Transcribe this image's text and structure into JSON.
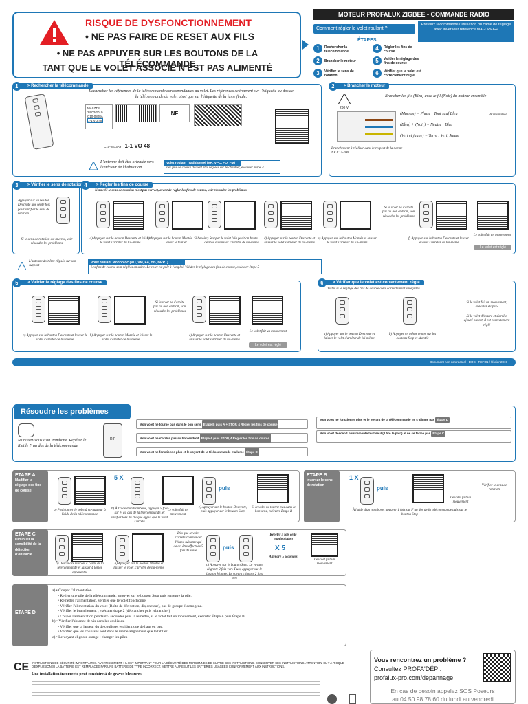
{
  "warning": {
    "line1": "RISQUE DE DYSFONCTIONNEMENT",
    "line2": "• NE PAS FAIRE DE RESET AUX FILS",
    "line3": "• NE PAS APPUYER SUR LES BOUTONS DE LA TÉLÉCOMMANDE",
    "line4": "TANT QUE LE VOLET ASSOCIÉ N'EST PAS ALIMENTÉ"
  },
  "header": {
    "title": "MOTEUR PROFALUX ZIGBEE - COMMANDE RADIO",
    "question": "Comment régler le volet roulant ?",
    "recommend": "Profalux recommande l'utilisation du câble de réglage avec Inverseur référence MAI-CREGP",
    "etapes_label": "ÉTAPES :",
    "steps": [
      "Rechercher la télécommande",
      "Brancher le moteur",
      "Vérifier le sens de rotation",
      "Régler les fins de course",
      "Valider le réglage des fins de course",
      "Vérifier que le volet est correctement réglé"
    ]
  },
  "s1": {
    "title": "> Rechercher la télécommande",
    "text": "Rechercher les références de la télécommande correspondantes au volet. Les références se trouvent sur l'étiquette au dos de la télécommande du volet ainsi que sur l'étiquette de la lame finale.",
    "ref_small": "1-1 VO 48",
    "ref_big": "1-1 VO 48",
    "ref_code": "C10-2873A9",
    "antenna": "L'antenne doit être orientée vers l'intérieur de l'habitation",
    "trad_title": "Volet roulant Traditionnel (VR, VPC, FO, FM)",
    "trad_text": "Les fins de course doivent être réglées sur le chantier, exécuter étape 4"
  },
  "s2": {
    "title": "> Brancher le moteur",
    "voltage": "230 V",
    "intro": "Brancher les fils (Bleu) avec le fil (Noir) du moteur ensemble",
    "phase": "(Marron) = Phase : Tout sauf Bleu",
    "neutre": "(Bleu) + (Noir) = Neutre : Bleu",
    "terre": "(Vert et jaune) = Terre : Vert, Jaune",
    "alim": "Alimentation",
    "note": "Branchement à réaliser dans le respect de la norme NF C15-100"
  },
  "s3": {
    "title": "> Vérifier le sens de rotation",
    "text": "Appuyer sur un bouton Descente une seule fois pour vérifier le sens de rotation",
    "inverse": "Si le sens de rotation est inversé, voir résoudre les problèmes",
    "antenna": "L'antenne doit être clipsée sur son support"
  },
  "s4": {
    "title": "> Régler les fins de course",
    "note": "Nota : Si le sens de rotation n'est pas correct, avant de régler les fins de course, voir résoudre les problèmes",
    "caps": [
      "a) Appuyez sur le bouton Descente et laisser le volet s'arrêter de lui-même",
      "b) Appuyer sur le bouton Montée. Si besoin aider le tablier",
      "c) Stopper le volet à la position haute désirée ou laisser s'arrêter de lui-même",
      "d) Appuyer sur le bouton Descente et laisser le volet s'arrêter de lui-même",
      "e) Appuyer sur le bouton Montée et laisser le volet s'arrêter de lui-même",
      "f) Appuyer sur le bouton Descente et laisser le volet s'arrêter de lui-même"
    ],
    "retry": "Si le volet ne s'arrête pas au bon endroit, voir résoudre les problèmes",
    "done": "Le volet fait un mouvement",
    "badge": "Le volet est réglé",
    "mono_title": "Volet roulant Monobloc (VO, VM, E4, BB, BRPT)",
    "mono_text": "Les fins de course sont réglées en usine. Le volet est prêt à l'emploi. Valider le réglage des fins de course, exécuter étape 5"
  },
  "s5": {
    "title": "> Valider le réglage des fins de course",
    "caps": [
      "a) Appuyer sur le bouton Descente et laisser le volet s'arrêter de lui-même",
      "b) Appuyer sur le bouton Montée et laisser le volet s'arrêter de lui-même",
      "c) Appuyer sur le bouton Descente et laisser le volet s'arrêter de lui-même"
    ],
    "retry": "Si le volet ne s'arrête pas au bon endroit, voir résoudre les problèmes",
    "done": "Le volet fait un mouvement",
    "badge": "Le volet est réglé"
  },
  "s6": {
    "title": "> Vérifier que le volet est correctement réglé",
    "intro": "Tester si le réglage des fins de course a été correctement enregistré :",
    "cap_a": "a) Appuyer sur le bouton Descente et laisser le volet s'arrêter de lui-même",
    "cap_b": "b) Appuyer en même temps sur les boutons Stop et Montée",
    "result1": "Si le volet fait un mouvement, exécuter étape 5",
    "result2": "Si le volet démarre et s'arrête ajouré ouvert, il est correctement réglé"
  },
  "footer_bar": "Document non contractuel - DOC - REF.01 / février 2019",
  "problems": {
    "title": "Résoudre les problèmes",
    "trombone": "Munissez-vous d'un trombone. Repérer le R et le F au dos de la télécommande",
    "rows_left": [
      {
        "q": "Mon volet ne tourne pas dans le bon sens",
        "a": "Étape B puis A + STOP, 4 Régler les fins de course"
      },
      {
        "q": "Mon volet ne s'arrête pas au bon endroit",
        "a": "Étape A puis STOP, 4 Régler les fins de course"
      },
      {
        "q": "Mon volet ne fonctionne plus et le voyant de la télécommande n'allume",
        "a": "Étape D"
      }
    ],
    "rows_right": [
      {
        "q": "Mon volet ne fonctionne plus et le voyant de la télécommande ne s'allume pas",
        "a": "Étape D"
      },
      {
        "q": "Mon volet descend puis remonte tout seul (il tire le pain) et ne se ferme pas",
        "a": "Étape C"
      }
    ]
  },
  "etapeA": {
    "label": "ETAPE A",
    "sub": "Modifier le réglage des fins de course",
    "cap_a": "a) Positionner le volet à mi-hauteur à l'aide de la télécommande",
    "cap_b": "b) À l'aide d'un trombone, appuyer 5 fois sur F, au dos de la télécommande, et vérifier lors de chaque appui que le volet s'arrête",
    "move": "Le volet fait un mouvement",
    "cap_c": "c) Appuyer sur le bouton Descente, puis appuyer sur le bouton Stop",
    "puis": "puis",
    "count": "5 X",
    "stop": "Si le volet ne tourne pas dans le bon sens, exécuter Étape B"
  },
  "etapeB": {
    "label": "ETAPE B",
    "sub": "Inverser le sens de rotation",
    "count": "1 X",
    "puis": "puis",
    "cap": "À l'aide d'un trombone, appuyer 1 fois sur F au dos de la télécommande puis sur le bouton Stop",
    "move": "Le volet fait un mouvement",
    "check": "Vérifier le sens de rotation"
  },
  "etapeC": {
    "label": "ETAPE C",
    "sub": "Diminuer la sensibilité de la détection d'obstacle",
    "cap_a": "a) Descendre le volet à l'aide de la télécommande et laisser 4 lames apparentes",
    "cap_b": "b) Appuyer sur le bouton Montée et laisser le volet s'arrêter de lui-même",
    "middle": "Dès que le volet s'arrête commencer l'étape suivante qui devra être effectuée 5 fois de suite",
    "cap_c": "c) Appuyer sur le bouton Stop. Le voyant clignote 2 fois vert. Puis, appuyer sur le bouton Montée. Le voyant clignote 2 fois vert",
    "puis": "puis",
    "repeat": "Répéter 5 fois cette manipulation",
    "count": "X 5",
    "wait": "Attendre 5 secondes",
    "move": "Le volet fait un mouvement"
  },
  "etapeD": {
    "label": "ETAPE D",
    "lines": [
      "a) • Couper l'alimentation.",
      "• Retirer une pile de la télécommande, appuyer sur le bouton Stop puis remettre la pile.",
      "• Remettre l'alimentation, vérifier que le volet fonctionne.",
      "• Vérifier l'alimentation du volet (Boîte de dérivation, disjoncteur), pas de groupe électrogène.",
      "• Vérifier le branchement ; exécuter étape 2 (débrancher puis rebrancher)",
      "• Couper l'alimentation pendant 5 secondes puis la remettre, si le volet fait un mouvement, exécuter Étape A puis Étape B",
      "b) • Vérifier l'absence de vis dans les coulisses.",
      "• Vérifier que la largeur du de coulisses est identique de haut en bas.",
      "• Vérifier que les coulisses sont dans le même alignement que le tablier.",
      "c) • Le voyant clignote orange : changer les piles"
    ]
  },
  "legal": {
    "ce": "CE",
    "text": "INSTRUCTIONS DE SÉCURITÉ IMPORTANTES. AVERTISSEMENT : IL EST IMPORTANT POUR LA SÉCURITÉ DES PERSONNES DE SUIVRE CES INSTRUCTIONS. CONSERVER CES INSTRUCTIONS. ATTENTION : IL Y A RISQUE D'EXPLOSION SI LA BATTERIE EST REMPLACÉE PAR UNE BATTERIE DE TYPE INCORRECT. METTRE AU REBUT LES BATTERIES USAGÉES CONFORMÉMENT AUX INSTRUCTIONS.",
    "sub": "Une installation incorrecte peut conduire à de graves blessures."
  },
  "contact": {
    "line1": "Vous rencontrez un problème ?",
    "line2": "Consultez PROFA'DÉP :",
    "url": "profalux-pro.com/depannage",
    "sos1": "En cas de besoin appelez SOS Poseurs",
    "sos2": "au 04 50 98 78 60 du lundi au vendredi"
  },
  "colors": {
    "accent": "#1e77b6",
    "danger": "#e31e24"
  }
}
